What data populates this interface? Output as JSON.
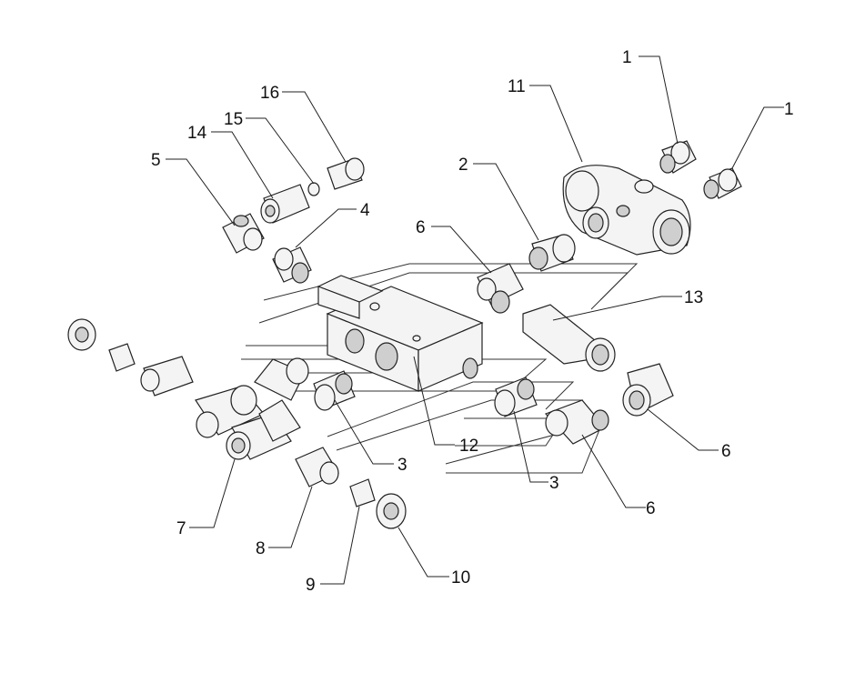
{
  "callouts": [
    {
      "id": "c1a",
      "label": "1"
    },
    {
      "id": "c1b",
      "label": "1"
    },
    {
      "id": "c11",
      "label": "11"
    },
    {
      "id": "c16",
      "label": "16"
    },
    {
      "id": "c15",
      "label": "15"
    },
    {
      "id": "c14",
      "label": "14"
    },
    {
      "id": "c5",
      "label": "5"
    },
    {
      "id": "c4",
      "label": "4"
    },
    {
      "id": "c2",
      "label": "2"
    },
    {
      "id": "c6a",
      "label": "6"
    },
    {
      "id": "c13",
      "label": "13"
    },
    {
      "id": "c12",
      "label": "12"
    },
    {
      "id": "c3a",
      "label": "3"
    },
    {
      "id": "c3b",
      "label": "3"
    },
    {
      "id": "c6b",
      "label": "6"
    },
    {
      "id": "c6c",
      "label": "6"
    },
    {
      "id": "c7",
      "label": "7"
    },
    {
      "id": "c8",
      "label": "8"
    },
    {
      "id": "c9",
      "label": "9"
    },
    {
      "id": "c10",
      "label": "10"
    }
  ]
}
